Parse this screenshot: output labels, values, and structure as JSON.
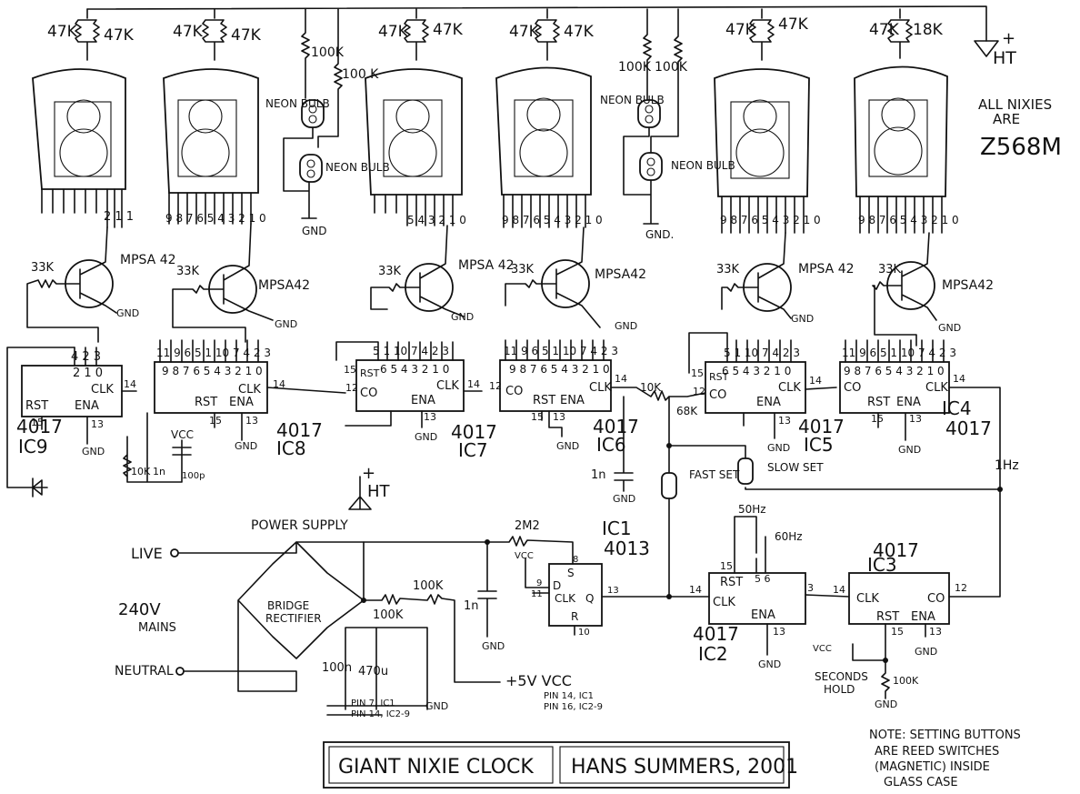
{
  "title": {
    "name": "GIANT NIXIE CLOCK",
    "author": "HANS SUMMERS, 2001"
  },
  "notes": {
    "nixies_line1": "ALL NIXIES",
    "nixies_line2": "ARE",
    "nixie_type": "Z568M",
    "setting_line1": "NOTE: SETTING BUTTONS",
    "setting_line2": "ARE REED SWITCHES",
    "setting_line3": "(MAGNETIC) INSIDE",
    "setting_line4": "GLASS CASE"
  },
  "tubes": [
    {
      "r1": "47K",
      "r2": "47K",
      "pins": "2 1 1"
    },
    {
      "r1": "47K",
      "r2": "47K",
      "pins": "9 8 7 6 5 4 3 2 1 0"
    },
    {
      "r1": "47K",
      "r2": "47K",
      "pins": "5 4 3 2 1 0"
    },
    {
      "r1": "47K",
      "r2": "47K",
      "pins": "9 8 7 6 5 4 3 2 1 0"
    },
    {
      "r1": "47K",
      "r2": "47K",
      "pins": "9 8 7 6 5 4 3 2 1 0"
    },
    {
      "r1": "47K",
      "r2": "18K",
      "pins": "9 8 7 6 5 4 3 2 1 0"
    }
  ],
  "transistors": [
    {
      "base": "33K",
      "name": "MPSA 42",
      "gnd": "GND"
    },
    {
      "base": "33K",
      "name": "MPSA42",
      "gnd": "GND"
    },
    {
      "base": "33K",
      "name": "MPSA 42",
      "gnd": "GND"
    },
    {
      "base": "33K",
      "name": "MPSA42",
      "gnd": "GND"
    },
    {
      "base": "33K",
      "name": "MPSA 42",
      "gnd": "GND"
    },
    {
      "base": "33K",
      "name": "MPSA42",
      "gnd": "GND"
    }
  ],
  "neons": {
    "r_left_a": "100K",
    "r_left_b": "100 K",
    "r_right_a": "100K",
    "r_right_b": "100K",
    "bulb": "NEON BULB",
    "gnd_left": "GND",
    "gnd_right": "GND."
  },
  "counters": [
    {
      "name": "IC9",
      "type": "4017",
      "pins": "4 2 3",
      "outs": "2 1 0",
      "rst": "RST",
      "ena": "ENA",
      "clk": "CLK",
      "p15": "15",
      "p13": "13",
      "p14": "14"
    },
    {
      "name": "IC8",
      "type": "4017",
      "pins": "11 9 6 5 1 10 7 4 2 3",
      "outs": "9 8 7 6 5 4 3 2 1 0",
      "rst": "RST",
      "ena": "ENA",
      "clk": "CLK",
      "p15": "15",
      "p13": "13",
      "p14": "14"
    },
    {
      "name": "IC7",
      "type": "4017",
      "pins": "5 1 10 7 4 2 3",
      "outs": "6 5 4 3 2 1 0",
      "rst": "RST",
      "ena": "ENA",
      "clk": "CLK",
      "co": "CO",
      "p15": "15",
      "p13": "13",
      "p14": "14",
      "p12": "12"
    },
    {
      "name": "IC6",
      "type": "4017",
      "pins": "11 9 6 5 1 10 7 4 2 3",
      "outs": "9 8 7 6 5 4 3 2 1 0",
      "rst": "RST",
      "ena": "ENA",
      "clk": "CLK",
      "co": "CO",
      "p15": "15",
      "p13": "13",
      "p14": "14",
      "p12": "12"
    },
    {
      "name": "IC5",
      "type": "4017",
      "pins": "5 1 10 7 4 2 3",
      "outs": "6 5 4 3 2 1 0",
      "rst": "RST",
      "ena": "ENA",
      "clk": "CLK",
      "co": "CO",
      "p15": "15",
      "p13": "13",
      "p14": "14",
      "p12": "12"
    },
    {
      "name": "IC4",
      "type": "4017",
      "pins": "11 9 6 5 1 10 7 4 2 3",
      "outs": "9 8 7 6 5 4 3 2 1 0",
      "rst": "RST",
      "ena": "ENA",
      "clk": "CLK",
      "co": "CO",
      "p15": "15",
      "p13": "13",
      "p14": "14"
    }
  ],
  "misc": {
    "gnd": "GND",
    "vcc": "VCC",
    "r10k": "10K",
    "c1n": "1n",
    "c100p": "100p",
    "r10k_b": "10K",
    "r68k": "68K",
    "fast_set": "FAST SET",
    "slow_set": "SLOW SET",
    "one_hz": "1Hz",
    "ht": "HT",
    "plus": "+"
  },
  "power": {
    "label": "POWER SUPPLY",
    "live": "LIVE",
    "neutral": "NEUTRAL",
    "mains_a": "240V",
    "mains_b": "MAINS",
    "bridge_a": "BRIDGE",
    "bridge_b": "RECTIFIER",
    "r100k_a": "100K",
    "r100k_b": "100K",
    "c100n": "100n",
    "c470": "470u",
    "vcc_out": "+5V VCC",
    "pin7": "PIN 7, IC1",
    "pin14": "PIN 14, IC2-9",
    "pin14b": "PIN 14, IC1",
    "pin16": "PIN 16, IC2-9",
    "gnd": "GND"
  },
  "ic1": {
    "name": "IC1",
    "type": "4013",
    "r2m2": "2M2",
    "c1n": "1n",
    "vcc": "VCC",
    "s": "S",
    "d": "D",
    "clk": "CLK",
    "q": "Q",
    "r": "R",
    "p8": "8",
    "p9": "9",
    "p11": "11",
    "p13": "13",
    "p10": "10",
    "gnd": "GND"
  },
  "ic2": {
    "name": "IC2",
    "type": "4017",
    "f50": "50Hz",
    "f60": "60Hz",
    "rst": "RST",
    "clk": "CLK",
    "ena": "ENA",
    "p15": "15",
    "p56": "5 6",
    "p14": "14",
    "p3": "3",
    "p13": "13",
    "gnd": "GND"
  },
  "ic3": {
    "name": "IC3",
    "type": "4017",
    "clk": "CLK",
    "co": "CO",
    "rst": "RST",
    "ena": "ENA",
    "p14": "14",
    "p12": "12",
    "p15": "15",
    "p13": "13",
    "gnd": "GND",
    "vcc": "VCC",
    "hold_a": "SECONDS",
    "hold_b": "HOLD",
    "r100k": "100K"
  }
}
